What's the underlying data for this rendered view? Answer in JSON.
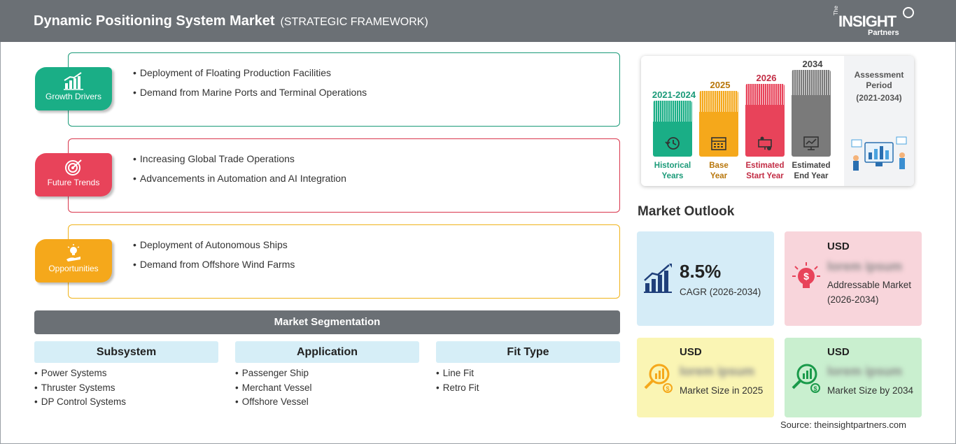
{
  "header": {
    "title": "Dynamic Positioning System Market",
    "subtitle": "(STRATEGIC FRAMEWORK)",
    "logo": {
      "the": "The",
      "insight": "INSIGHT",
      "partners": "Partners"
    }
  },
  "framework": [
    {
      "label": "Growth Drivers",
      "color": "#1aae86",
      "icon": "bar-chart-up-icon",
      "items": [
        "Deployment of Floating Production Facilities",
        "Demand from Marine Ports and Terminal Operations"
      ]
    },
    {
      "label": "Future Trends",
      "color": "#e8435a",
      "icon": "target-icon",
      "items": [
        "Increasing Global Trade Operations",
        "Advancements in Automation and AI Integration"
      ]
    },
    {
      "label": "Opportunities",
      "color": "#f5a81b",
      "icon": "lightbulb-hand-icon",
      "items": [
        "Deployment of Autonomous Ships",
        "Demand from Offshore Wind Farms"
      ]
    }
  ],
  "segmentation": {
    "title": "Market Segmentation",
    "columns": [
      {
        "heading": "Subsystem",
        "items": [
          "Power Systems",
          "Thruster Systems",
          "DP Control Systems"
        ]
      },
      {
        "heading": "Application",
        "items": [
          "Passenger Ship",
          "Merchant Vessel",
          "Offshore Vessel"
        ]
      },
      {
        "heading": "Fit Type",
        "items": [
          "Line Fit",
          "Retro Fit"
        ]
      }
    ]
  },
  "timeline": {
    "assessment_label": "Assessment Period",
    "assessment_period": "(2021-2034)",
    "stages": [
      {
        "year": "2021-2024",
        "line1": "Historical",
        "line2": "Years",
        "color": "#1aae86",
        "text_color": "#1a9a78",
        "icon": "history-icon"
      },
      {
        "year": "2025",
        "line1": "Base",
        "line2": "Year",
        "color": "#f5a81b",
        "text_color": "#b8760a",
        "icon": "calendar-icon"
      },
      {
        "year": "2026",
        "line1": "Estimated",
        "line2": "Start Year",
        "color": "#e8435a",
        "text_color": "#c22c44",
        "icon": "presentation-icon"
      },
      {
        "year": "2034",
        "line1": "Estimated",
        "line2": "End Year",
        "color": "#7a7a7a",
        "text_color": "#444444",
        "icon": "monitor-chart-icon"
      }
    ]
  },
  "outlook": {
    "title": "Market Outlook",
    "cagr": {
      "value": "8.5%",
      "label": "CAGR (2026-2034)"
    },
    "addressable": {
      "currency": "USD",
      "value": "lorem ipsum",
      "label": "Addressable Market (2026-2034)"
    },
    "size_2025": {
      "currency": "USD",
      "value": "lorem ipsum",
      "label": "Market Size in 2025"
    },
    "size_2034": {
      "currency": "USD",
      "value": "lorem ipsum",
      "label": "Market Size by 2034"
    }
  },
  "source": "Source: theinsightpartners.com"
}
